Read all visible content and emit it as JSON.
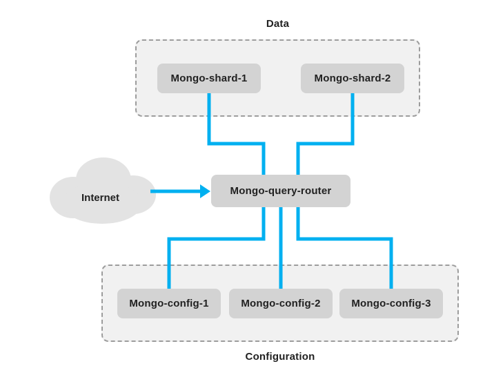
{
  "diagram": {
    "groups": {
      "data": {
        "label": "Data"
      },
      "configuration": {
        "label": "Configuration"
      }
    },
    "nodes": {
      "internet": {
        "label": "Internet",
        "type": "cloud"
      },
      "shard1": {
        "label": "Mongo-shard-1"
      },
      "shard2": {
        "label": "Mongo-shard-2"
      },
      "router": {
        "label": "Mongo-query-router"
      },
      "config1": {
        "label": "Mongo-config-1"
      },
      "config2": {
        "label": "Mongo-config-2"
      },
      "config3": {
        "label": "Mongo-config-3"
      }
    },
    "connections": [
      {
        "from": "internet",
        "to": "router",
        "arrow": true
      },
      {
        "from": "shard1",
        "to": "router"
      },
      {
        "from": "shard2",
        "to": "router"
      },
      {
        "from": "router",
        "to": "config1"
      },
      {
        "from": "router",
        "to": "config2"
      },
      {
        "from": "router",
        "to": "config3"
      }
    ],
    "colors": {
      "connector": "#00b0f0",
      "node_fill": "#d3d3d3",
      "group_fill": "#f1f1f1",
      "group_border": "#9c9c9c",
      "cloud_fill": "#e3e3e3",
      "text": "#212121"
    }
  }
}
